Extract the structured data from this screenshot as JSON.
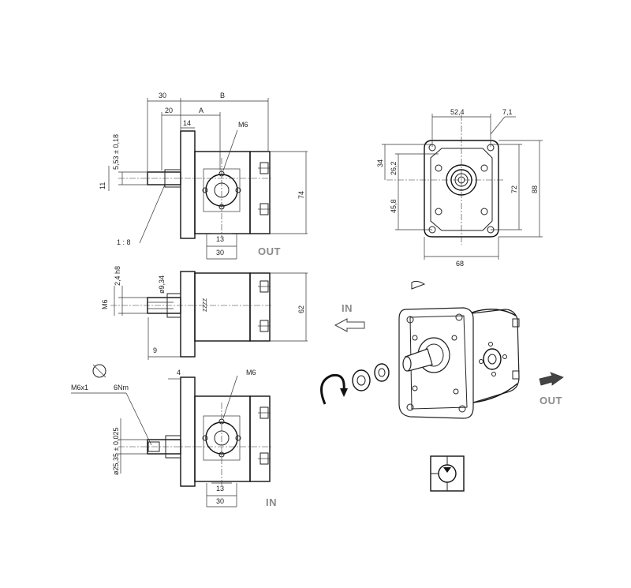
{
  "side_view_top": {
    "dims": {
      "d30": "30",
      "dB": "B",
      "d20": "20",
      "dA": "A",
      "d14": "14",
      "dM6": "M6",
      "d553": "5,53 ± 0,18",
      "d11": "11",
      "d74": "74",
      "dTaper": "1 : 8",
      "d13": "13",
      "d30b": "30"
    },
    "port_label": "OUT"
  },
  "side_view_mid": {
    "dims": {
      "dM6": "M6",
      "dKey": "2,4 h8",
      "dDia": "ø9,34",
      "d62": "62",
      "d9": "9"
    }
  },
  "side_view_bottom": {
    "dims": {
      "d4": "4",
      "dM6": "M6",
      "dScrew": "M6x1",
      "dTorque": "6Nm",
      "dDia": "ø25,35 ± 0,025",
      "d13": "13",
      "d30": "30"
    },
    "port_label": "IN"
  },
  "front_view": {
    "dims": {
      "d524": "52,4",
      "d71": "7,1",
      "d34": "34",
      "d262": "26,2",
      "d458": "45,8",
      "d72": "72",
      "d88": "88",
      "d68": "68"
    }
  },
  "iso_view": {
    "label_in": "IN",
    "label_out": "OUT"
  }
}
